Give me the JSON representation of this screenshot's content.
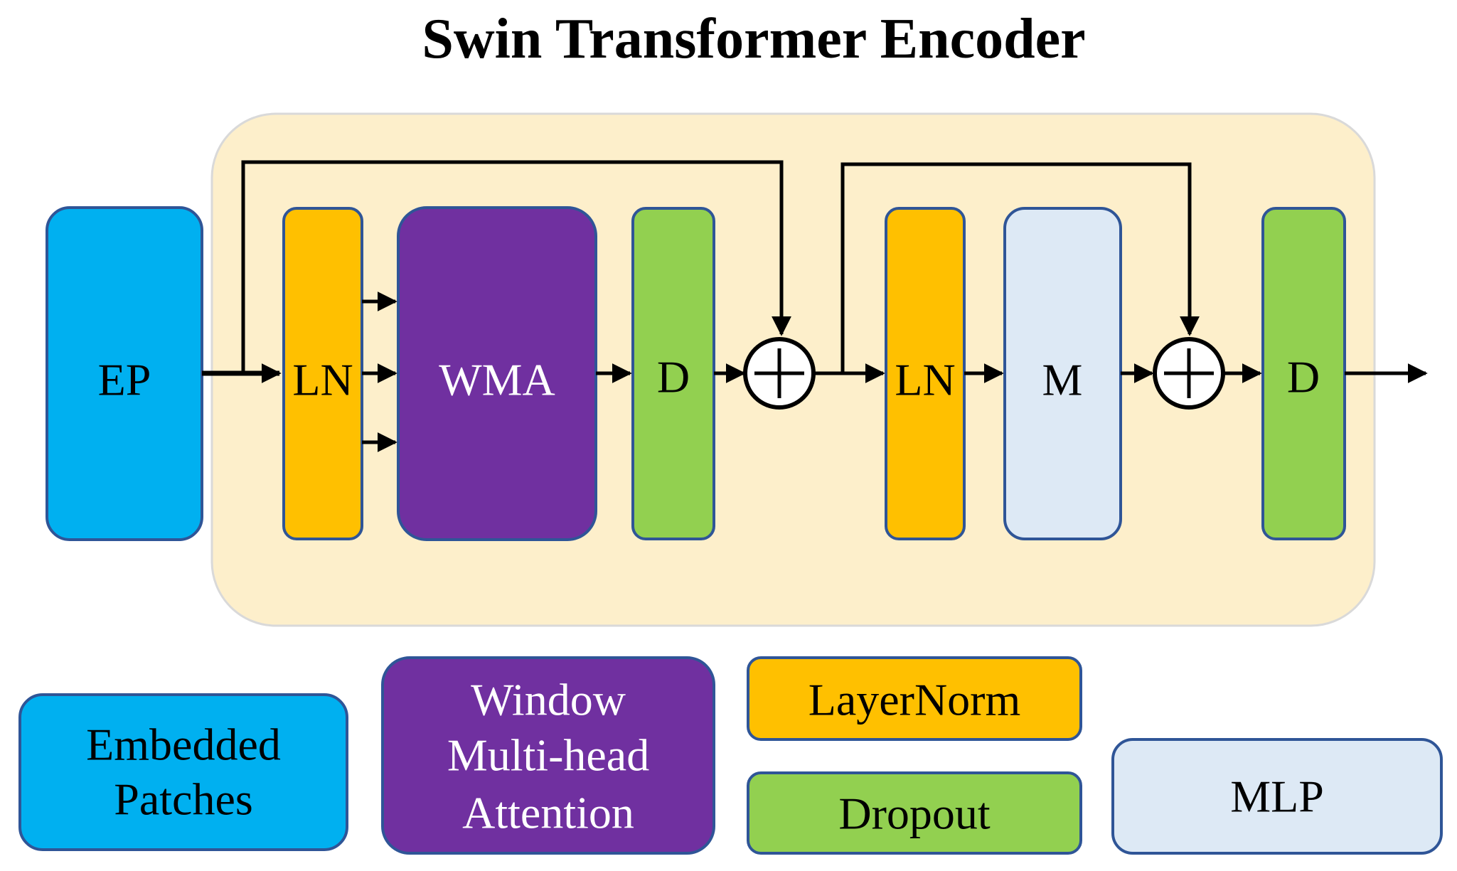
{
  "title": "Swin Transformer Encoder",
  "colors": {
    "container": "#fdefcb",
    "embedded": "#00b0f0",
    "attention": "#7030a0",
    "layernorm": "#ffc000",
    "dropout": "#92d050",
    "mlp": "#dde9f5",
    "border": "#2f5597"
  },
  "blocks": {
    "ep": "EP",
    "ln1": "LN",
    "wma": "WMA",
    "d1": "D",
    "ln2": "LN",
    "m": "M",
    "d2": "D"
  },
  "legend": {
    "embedded_line1": "Embedded",
    "embedded_line2": "Patches",
    "attention_line1": "Window",
    "attention_line2": "Multi-head",
    "attention_line3": "Attention",
    "layernorm": "LayerNorm",
    "dropout": "Dropout",
    "mlp": "MLP"
  },
  "icons": {
    "add_operator": "circle-plus-icon"
  }
}
